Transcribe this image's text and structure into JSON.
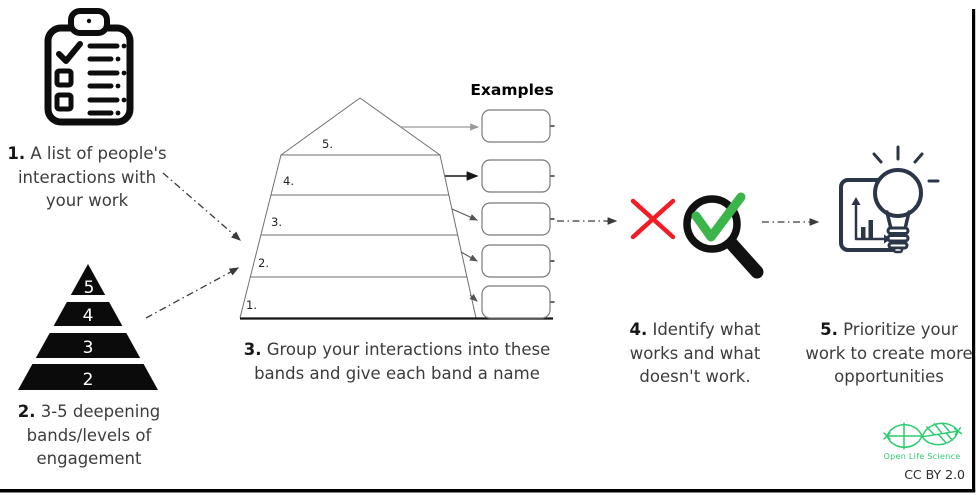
{
  "steps": [
    {
      "number": "1.",
      "lines": [
        "A list of people's",
        "interactions with",
        "your work"
      ]
    },
    {
      "number": "2.",
      "lines": [
        "3-5 deepening",
        "bands/levels of",
        "engagement"
      ]
    },
    {
      "number": "3.",
      "lines": [
        "Group your interactions into these",
        "bands and give each band a name"
      ]
    },
    {
      "number": "4.",
      "lines": [
        "Identify what",
        "works and what",
        "doesn't work."
      ]
    },
    {
      "number": "5.",
      "lines": [
        "Prioritize your",
        "work to create more",
        "opportunities"
      ]
    }
  ],
  "examples_heading": "Examples",
  "solid_pyramid_bands": [
    "5",
    "4",
    "3",
    "2"
  ],
  "outline_band_labels": [
    "5.",
    "4.",
    "3.",
    "2.",
    "1."
  ],
  "example_box_count": 5,
  "footer": {
    "logo_label": "Open Life Science",
    "license": "CC BY 2.0"
  },
  "colors": {
    "ink": "#3c3c3c",
    "black": "#111111",
    "red": "#f11c24",
    "green": "#3bb54a",
    "navy": "#2b3648",
    "logo_green": "#2ecc71",
    "line_gray": "#6f6f6f"
  }
}
